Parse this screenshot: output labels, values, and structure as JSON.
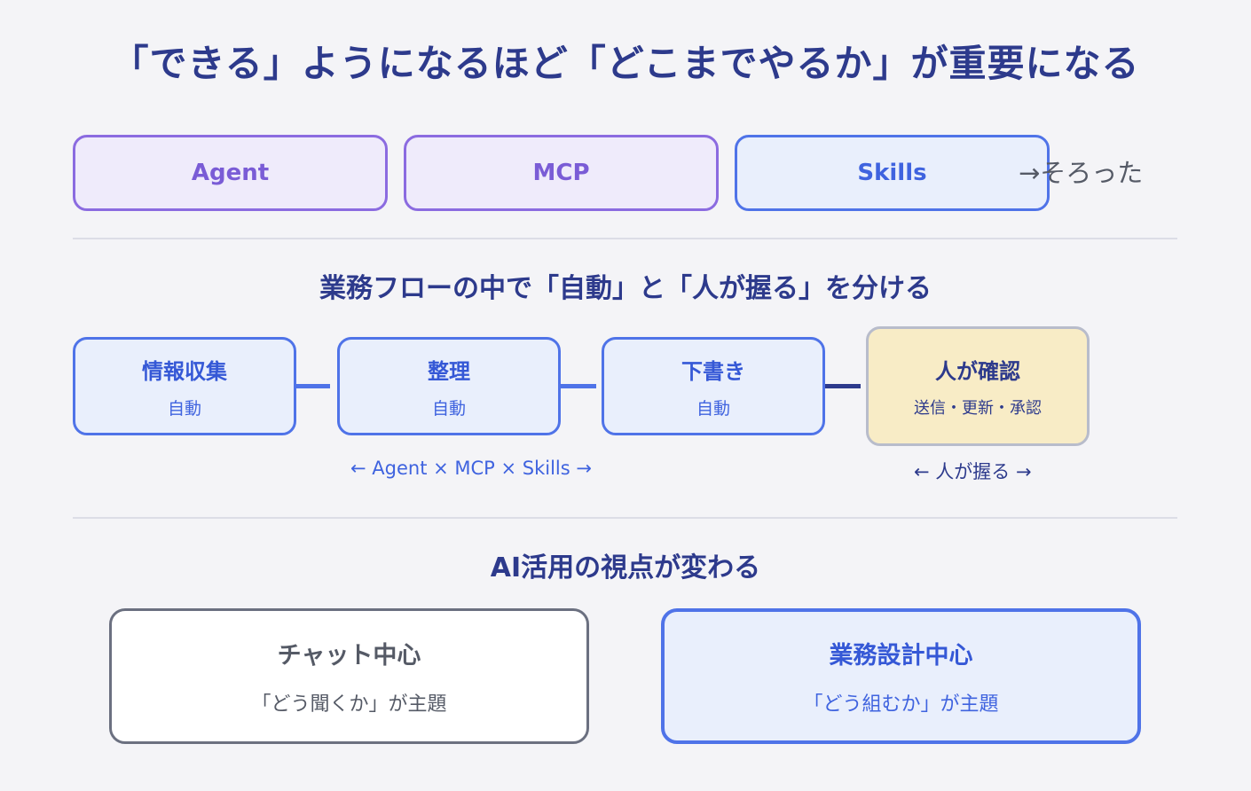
{
  "title": "「できる」ようになるほど「どこまでやるか」が重要になる",
  "tools": {
    "items": [
      "Agent",
      "MCP",
      "Skills"
    ],
    "suffix": "→そろった"
  },
  "workflow": {
    "heading": "業務フローの中で「自動」と「人が握る」を分ける",
    "steps": [
      {
        "title": "情報収集",
        "sub": "自動"
      },
      {
        "title": "整理",
        "sub": "自動"
      },
      {
        "title": "下書き",
        "sub": "自動"
      },
      {
        "title": "人が確認",
        "sub": "送信・更新・承認"
      }
    ],
    "auto_caption": "← Agent × MCP × Skills →",
    "human_caption": "← 人が握る →"
  },
  "perspective": {
    "heading": "AI活用の視点が変わる",
    "before": {
      "title": "チャット中心",
      "sub": "「どう聞くか」が主題"
    },
    "after": {
      "title": "業務設計中心",
      "sub": "「どう組むか」が主題"
    }
  },
  "colors": {
    "heading": "#2d3a8c",
    "purple_accent": "#8b6be0",
    "blue_accent": "#4f73e8",
    "human_fill": "#f8ecc6",
    "neutral_border": "#6b7080"
  }
}
